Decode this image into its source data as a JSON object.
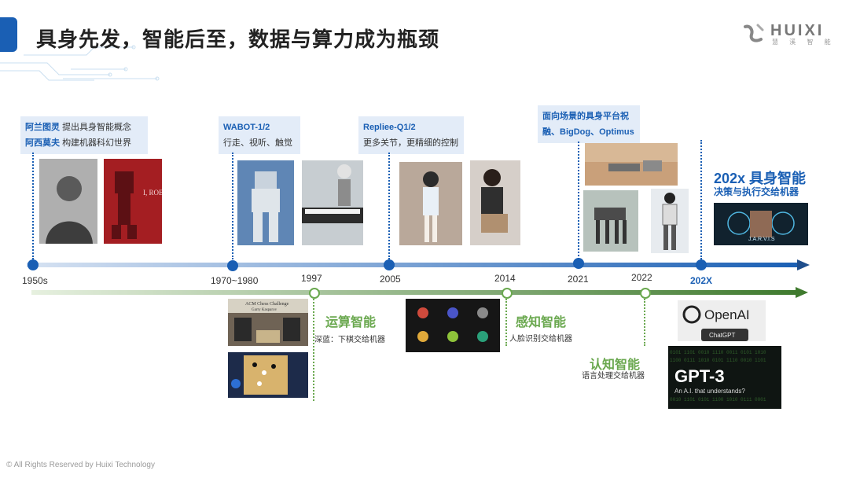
{
  "header": {
    "title": "具身先发，智能后至，数据与算力成为瓶颈",
    "logo_text": "HUIXI",
    "logo_sub": "慧 溪 智 能"
  },
  "cards": {
    "turing": {
      "name": "阿兰图灵",
      "text": "提出具身智能概念"
    },
    "asimov": {
      "name": "阿西莫夫",
      "text": "构建机器科幻世界"
    },
    "wabot": {
      "name": "WABOT-1/2",
      "text": "行走、视听、触觉"
    },
    "repliee": {
      "name": "Repliee-Q1/2",
      "text": "更多关节，更精细的控制"
    },
    "scene": {
      "line1": "面向场景的具身平台祝",
      "line2": "融、BigDog、Optimus"
    }
  },
  "years": {
    "y1950": "1950s",
    "y1970": "1970~1980",
    "y1997": "1997",
    "y2005": "2005",
    "y2014": "2014",
    "y2021": "2021",
    "y2022": "2022",
    "y202x": "202X"
  },
  "future": {
    "title": "202x 具身智能",
    "subtitle": "决策与执行交给机器"
  },
  "ai_stages": {
    "compute": {
      "title": "运算智能",
      "desc": "深蓝：下棋交给机器"
    },
    "perception": {
      "title": "感知智能",
      "desc": "人脸识别交给机器"
    },
    "cognition": {
      "title": "认知智能",
      "desc": "语言处理交给机器"
    }
  },
  "images": {
    "asimov_book": "I, ROBOT",
    "chess_banner": "ACM Chess Challenge",
    "chess_name": "Garry Kasparov",
    "jarvis": "J.A.R.V.I.S",
    "openai": "OpenAI",
    "chatgpt": "ChatGPT",
    "gpt3": "GPT-3",
    "gpt3_sub": "An A.I. that understands?"
  },
  "footer": "© All Rights Reserved by Huixi Technology",
  "colors": {
    "blue": "#1a5fb4",
    "green": "#6aa84f",
    "card_bg": "#e3ecf8"
  }
}
